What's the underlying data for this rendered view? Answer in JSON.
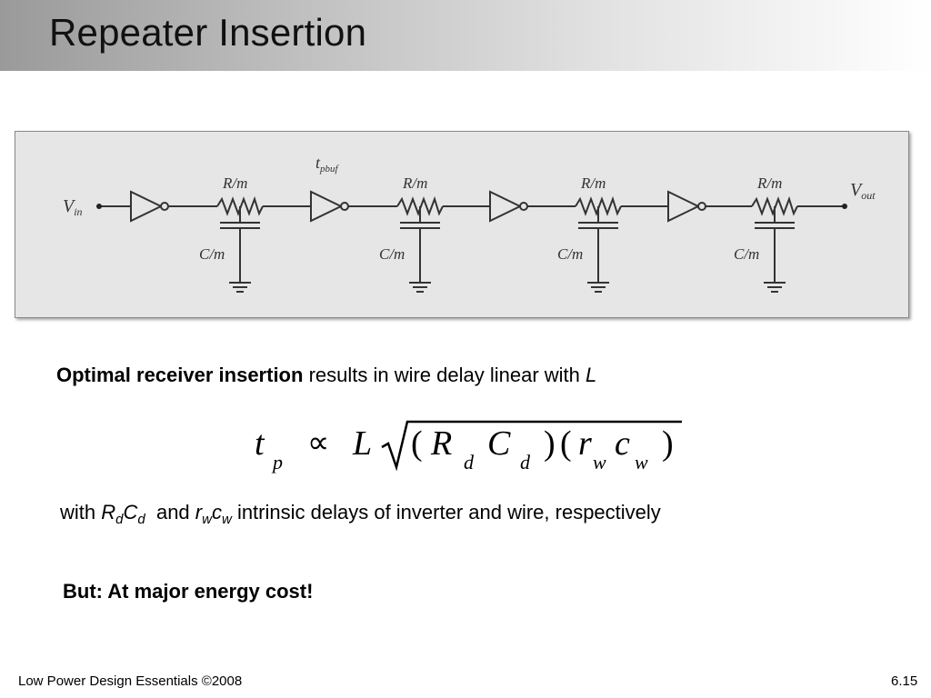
{
  "slide": {
    "title": "Repeater Insertion"
  },
  "figure": {
    "vin_label": "V",
    "vin_sub": "in",
    "vout_label": "V",
    "vout_sub": "out",
    "tpbuf_label": "t",
    "tpbuf_sub": "pbuf",
    "resistor_label": "R/m",
    "capacitor_label": "C/m"
  },
  "body": {
    "line1_bold": "Optimal receiver insertion",
    "line1_rest": "results in wire delay linear with",
    "line1_var": "L",
    "line3_with": "with",
    "line3_R": "R",
    "line3_d1": "d",
    "line3_C": "C",
    "line3_d2": "d",
    "line3_and": "and",
    "line3_r": "r",
    "line3_w1": "w",
    "line3_c": "c",
    "line3_w2": "w",
    "line3_rest": "intrinsic delays of inverter and wire, respectively",
    "line4": "But: At major energy cost!"
  },
  "formula": {
    "t": "t",
    "p": "p",
    "prop": "∝",
    "L": "L",
    "lp1": "(",
    "R": "R",
    "d1": "d",
    "C": "C",
    "d2": "d",
    "rp1": ")",
    "lp2": "(",
    "r": "r",
    "w1": "w",
    "c": "c",
    "w2": "w",
    "rp2": ")"
  },
  "footer": {
    "left": "Low Power Design Essentials ©2008",
    "right": "6.15"
  }
}
